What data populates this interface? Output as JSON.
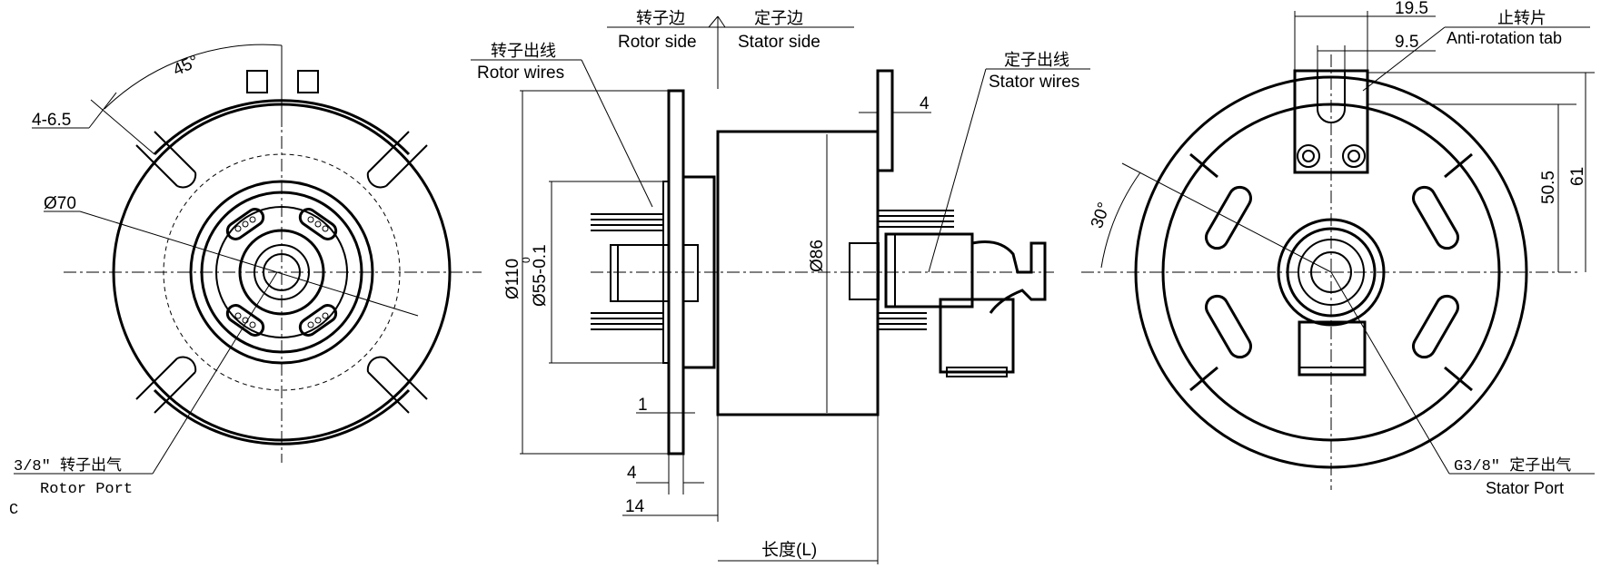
{
  "left_view": {
    "angle_label": "45°",
    "slot_label": "4-6.5",
    "pcd_label": "Ø70",
    "port_cn": "3/8″ 转子出气",
    "port_en": "Rotor Port",
    "corner_mark": "C"
  },
  "middle_view": {
    "rotor_side_cn": "转子边",
    "rotor_side_en": "Rotor side",
    "stator_side_cn": "定子边",
    "stator_side_en": "Stator  side",
    "rotor_wires_cn": "转子出线",
    "rotor_wires_en": "Rotor wires",
    "stator_wires_cn": "定子出线",
    "stator_wires_en": "Stator wires",
    "dim_flange_outer": "Ø110",
    "dim_flange_spigot": "Ø55-0.1",
    "dim_spigot_upper_tol": "0",
    "dim_body": "Ø86",
    "dim_stator_tab": "4",
    "dim_gap": "1",
    "dim_flange_thick": "4",
    "dim_spigot_len": "14",
    "dim_length": "长度(L)"
  },
  "right_view": {
    "dim_tab_outer": "19.5",
    "dim_tab_inner": "9.5",
    "tab_cn": "止转片",
    "tab_en": "Anti-rotation tab",
    "dim_height_inner": "50.5",
    "dim_height_outer": "61",
    "angle_label": "30°",
    "port_cn": "G3/8″ 定子出气",
    "port_en": "Stator Port"
  }
}
